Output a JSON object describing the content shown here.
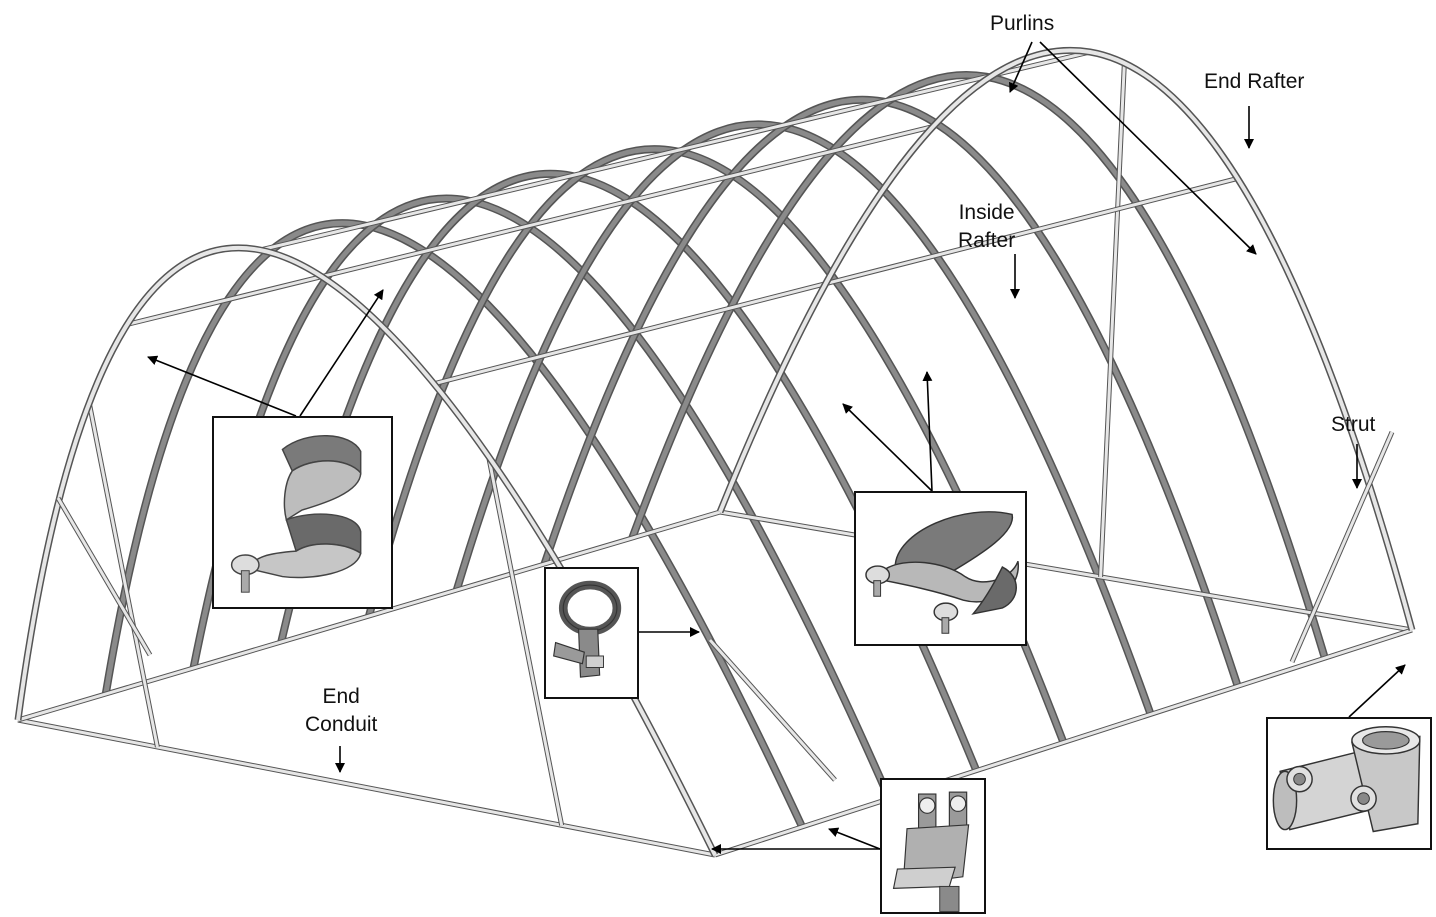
{
  "labels": {
    "purlins": "Purlins",
    "end_rafter": "End Rafter",
    "inside_rafter_line1": "Inside",
    "inside_rafter_line2": "Rafter",
    "strut": "Strut",
    "end_conduit_line1": "End",
    "end_conduit_line2": "Conduit"
  },
  "colors": {
    "pipe_outline": "#555555",
    "pipe_fill": "#e6e6e6",
    "dark_pipe": "#333333",
    "arrow": "#000000",
    "part_dark": "#6a6a6a",
    "part_light": "#bdbdbd"
  },
  "insets": [
    {
      "name": "purlin-double-clamp",
      "icon": "double-loop-clamp-icon"
    },
    {
      "name": "single-band-clamp",
      "icon": "band-clamp-icon"
    },
    {
      "name": "cross-clamp",
      "icon": "double-band-clamp-icon"
    },
    {
      "name": "ground-bracket",
      "icon": "hinge-bracket-icon"
    },
    {
      "name": "tee-fitting",
      "icon": "tee-connector-icon"
    }
  ]
}
